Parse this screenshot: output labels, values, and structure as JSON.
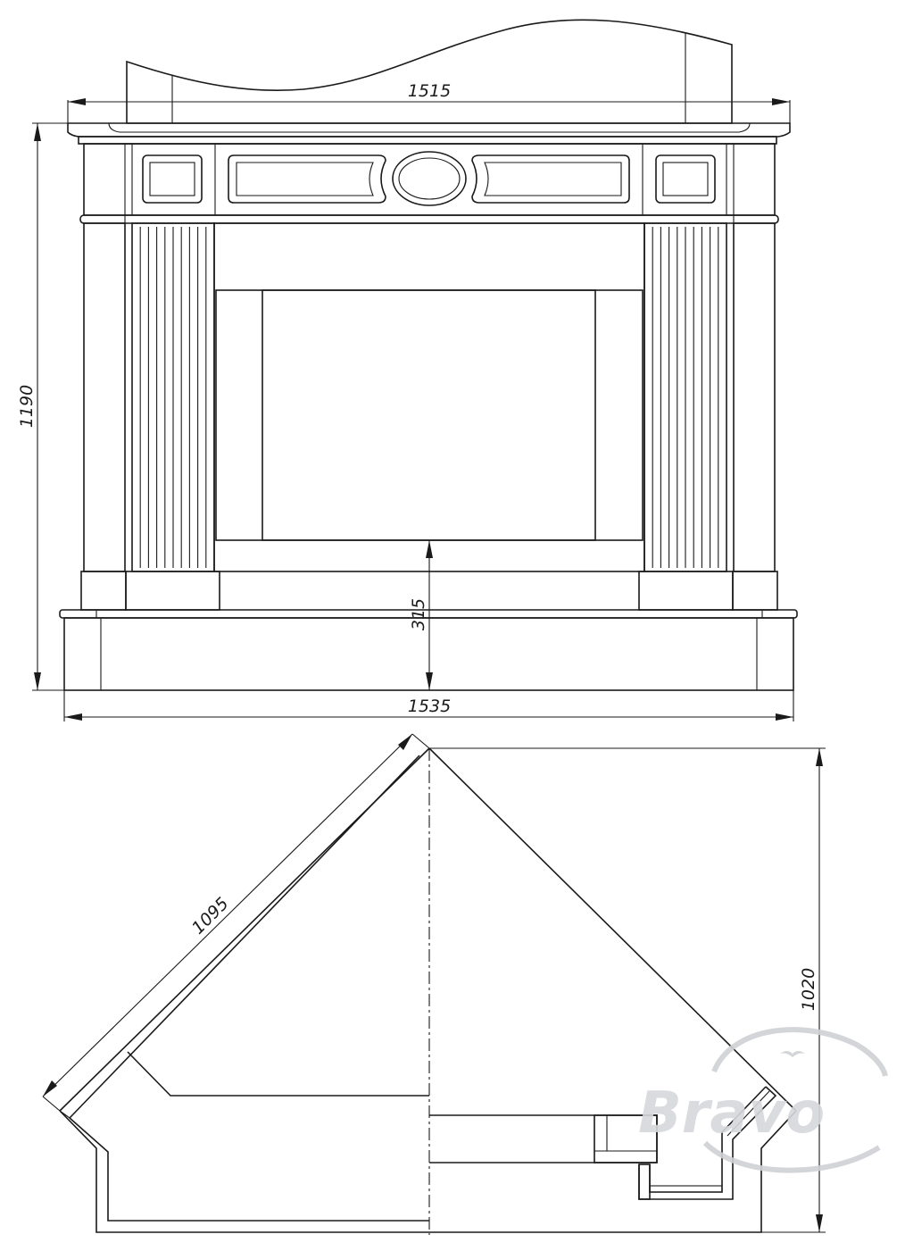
{
  "dimensions": {
    "top_width": "1515",
    "bottom_width": "1535",
    "height": "1190",
    "opening_height": "315",
    "diagonal": "1095",
    "depth": "1020"
  },
  "watermark": {
    "logo_text": "Bravo"
  }
}
